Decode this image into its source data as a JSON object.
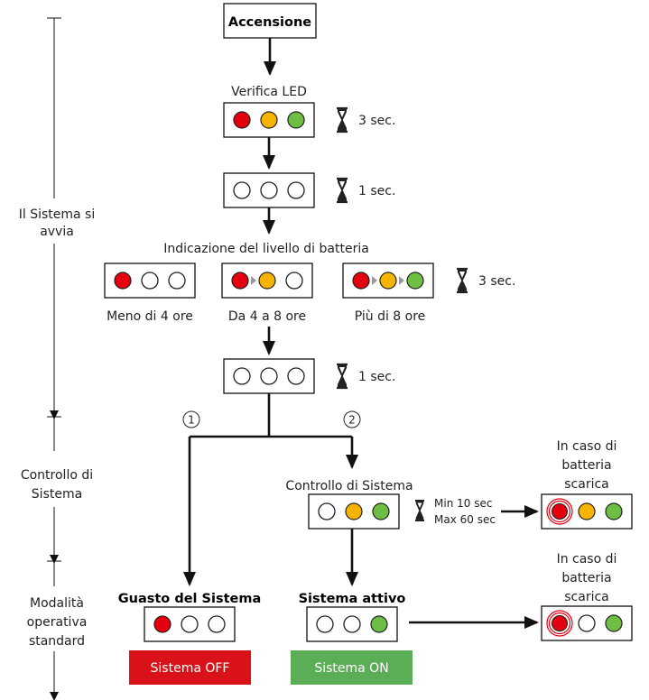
{
  "colors": {
    "led_red": "#e3000f",
    "led_amber": "#f6b400",
    "led_green": "#6fbe44",
    "led_off": "#ffffff",
    "badge_off": "#d9121a",
    "badge_on": "#5cae56",
    "hourglass": "#222222"
  },
  "timeline": {
    "phase_startup": [
      "Il Sistema si",
      "avvia"
    ],
    "phase_check": [
      "Controllo di",
      "Sistema"
    ],
    "phase_mode": [
      "Modalità",
      "operativa",
      "standard"
    ]
  },
  "flow": {
    "start_label": "Accensione",
    "led_check_label": "Verifica LED",
    "time_3s": "3 sec.",
    "time_1s": "1 sec.",
    "battery_level_label": "Indicazione del livello di batteria",
    "battery_less_4": "Meno di 4 ore",
    "battery_4_8": "Da 4 a 8 ore",
    "battery_more_8": "Più di 8 ore",
    "branch_1": "1",
    "branch_2": "2",
    "system_check_label": "Controllo di Sistema",
    "check_min": "Min 10 sec",
    "check_max": "Max 60 sec",
    "low_battery": [
      "In caso di",
      "batteria",
      "scarica"
    ],
    "fault_label": "Guasto del Sistema",
    "active_label": "Sistema attivo",
    "badge_off": "Sistema OFF",
    "badge_on": "Sistema ON"
  }
}
